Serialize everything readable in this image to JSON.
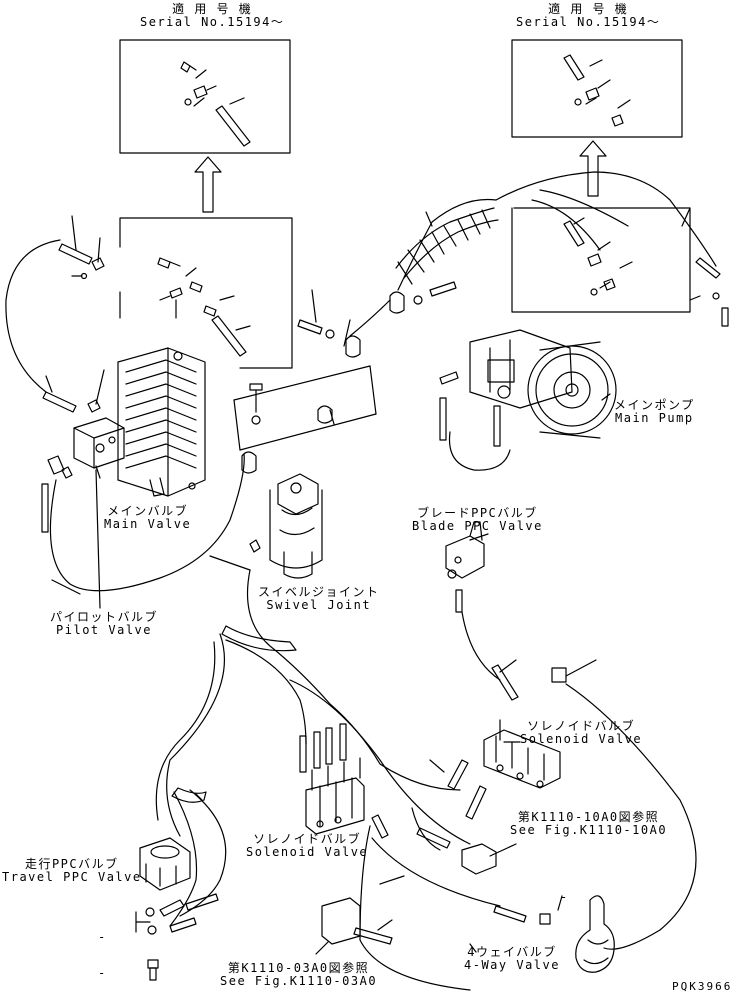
{
  "applicability": {
    "left": {
      "jp": "適 用 号 機",
      "en": "Serial No.15194～"
    },
    "right": {
      "jp": "適 用 号 機",
      "en": "Serial No.15194～"
    }
  },
  "labels": {
    "main_pump": {
      "jp": "メインポンプ",
      "en": "Main Pump"
    },
    "main_valve": {
      "jp": "メインバルブ",
      "en": "Main Valve"
    },
    "blade_ppc": {
      "jp": "ブレードPPCバルブ",
      "en": "Blade PPC Valve"
    },
    "swivel_joint": {
      "jp": "スイベルジョイント",
      "en": "Swivel Joint"
    },
    "pilot_valve": {
      "jp": "パイロットバルブ",
      "en": "Pilot Valve"
    },
    "solenoid_right": {
      "jp": "ソレノイドバルブ",
      "en": "Solenoid Valve"
    },
    "solenoid_center": {
      "jp": "ソレノイドバルブ",
      "en": "Solenoid Valve"
    },
    "see_fig_10": {
      "jp": "第K1110-10A0図参照",
      "en": "See Fig.K1110-10A0"
    },
    "travel_ppc": {
      "jp": "走行PPCバルブ",
      "en": "Travel PPC Valve"
    },
    "four_way": {
      "jp": "4ウェイバルブ",
      "en": "4-Way Valve"
    },
    "see_fig_03": {
      "jp": "第K1110-03A0図参照",
      "en": "See Fig.K1110-03A0"
    }
  },
  "drawing_code": "PQK3966",
  "dash_marker": "-"
}
